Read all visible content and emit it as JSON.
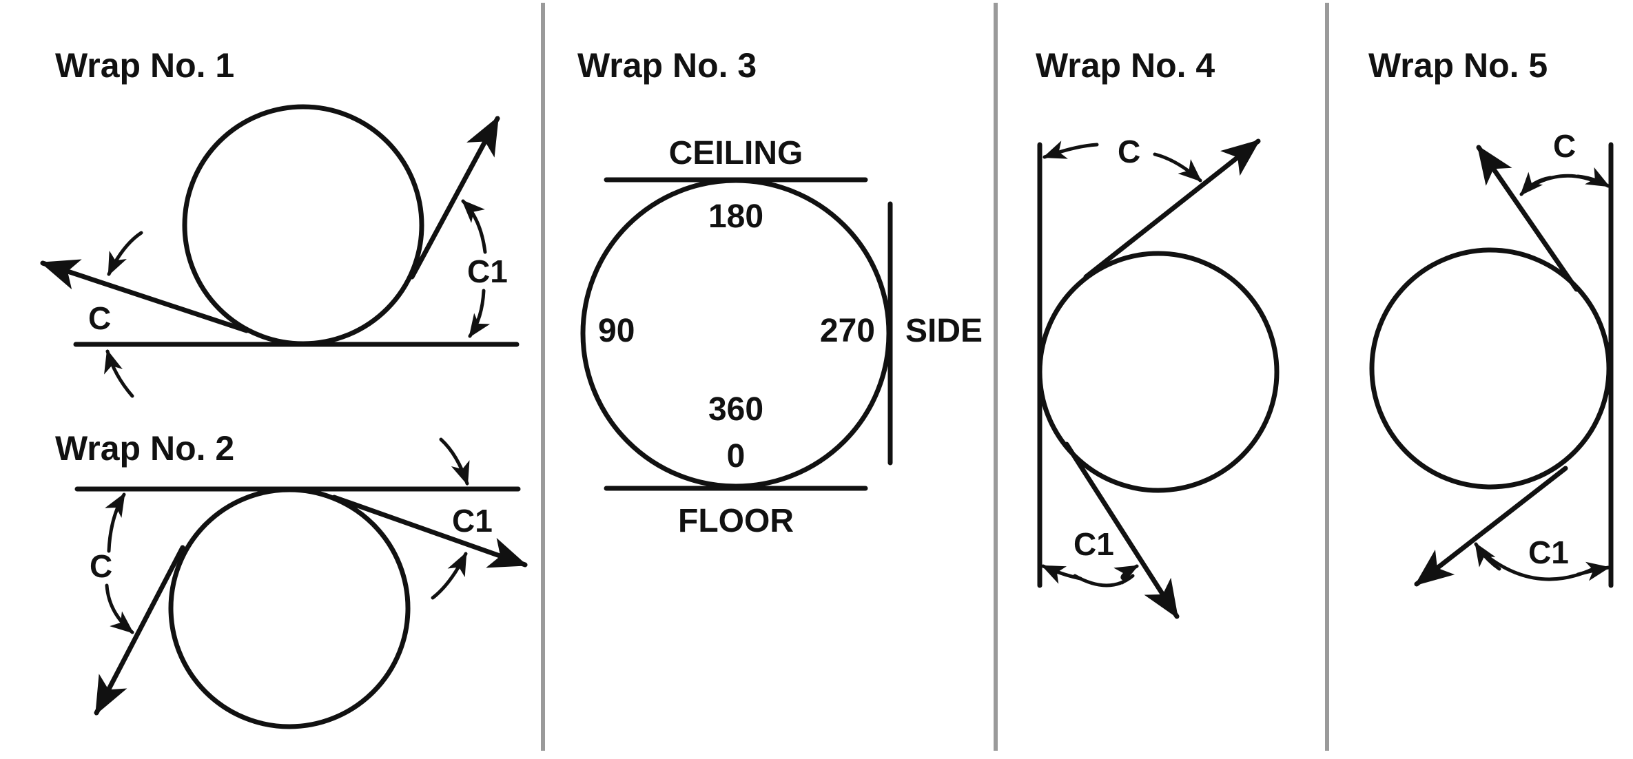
{
  "titles": {
    "wrap1": "Wrap No. 1",
    "wrap2": "Wrap No. 2",
    "wrap3": "Wrap No. 3",
    "wrap4": "Wrap No. 4",
    "wrap5": "Wrap No. 5"
  },
  "angle_labels": {
    "c": "C",
    "c1": "C1"
  },
  "wrap3": {
    "ceiling": "CEILING",
    "floor": "FLOOR",
    "side": "SIDE",
    "deg_top": "180",
    "deg_left": "90",
    "deg_right": "270",
    "deg_bottom_a": "360",
    "deg_bottom_b": "0"
  },
  "colors": {
    "ink": "#111111",
    "divider": "#9a9a9a"
  }
}
